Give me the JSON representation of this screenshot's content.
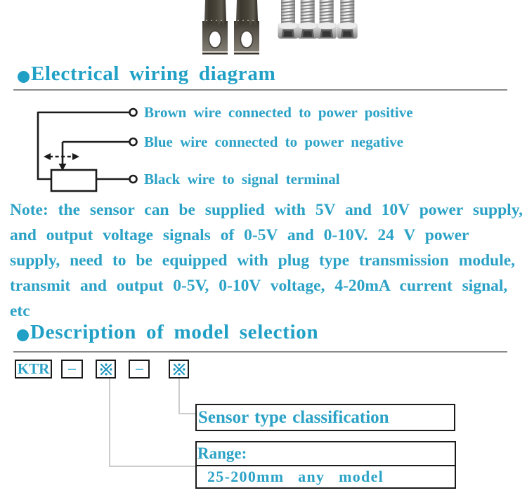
{
  "page": {
    "accent_color": "#2ba2c6",
    "rule_color": "#8a8a8a",
    "diagram_color": "#1b1b1b"
  },
  "photo": {
    "description": "two stainless mounting brackets and four socket head screws"
  },
  "sections": {
    "wiring": {
      "title": "Electrical wiring diagram"
    },
    "model": {
      "title": "Description of model selection"
    }
  },
  "wiring": {
    "labels": [
      "Brown wire connected to power positive",
      "Blue wire connected to power negative",
      "Black wire to signal terminal"
    ]
  },
  "note": {
    "lines": [
      "Note: the sensor can be supplied with 5V and 10V power supply,",
      "and output voltage signals of 0-5V and 0-10V. 24 V power",
      "supply, need to be equipped with plug type transmission module,",
      "transmit and output 0-5V, 0-10V voltage, 4-20mA current signal,",
      "etc"
    ]
  },
  "model": {
    "code_boxes": [
      "KTR",
      "-",
      "※",
      "-",
      "※"
    ],
    "callout_sensor": "Sensor type classification",
    "callout_range_title": "Range:",
    "callout_range_value": "25-200mm any model"
  }
}
